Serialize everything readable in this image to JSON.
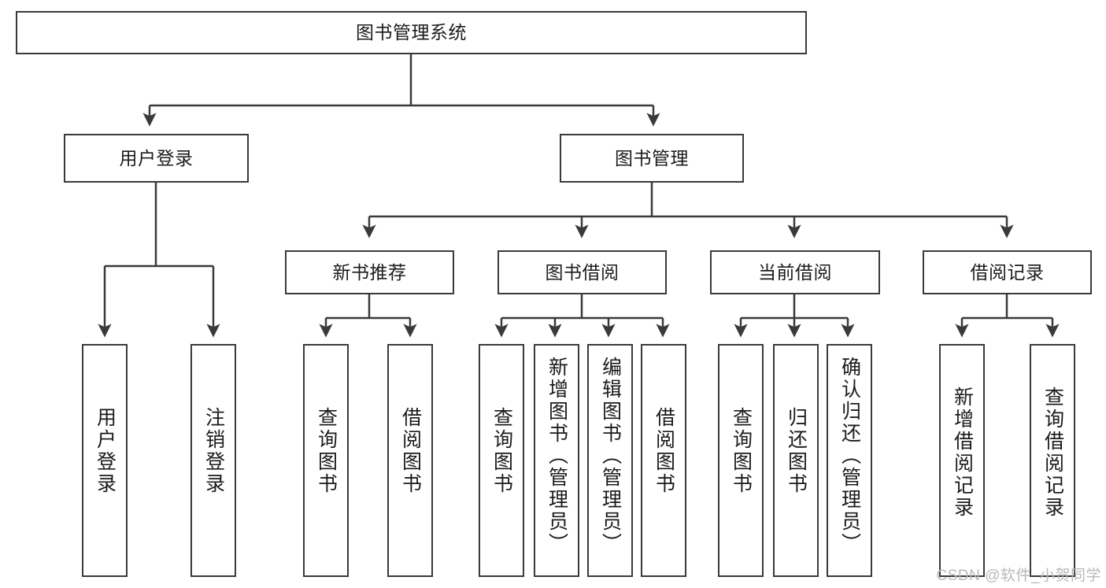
{
  "diagram": {
    "type": "tree",
    "title": "图书管理系统",
    "watermark": "CSDN @软件_小贺同学",
    "colors": {
      "stroke": "#3a3a3a",
      "fill": "#ffffff",
      "text": "#1b1b1b",
      "watermark": "#b9b9b9"
    },
    "nodes": {
      "root": {
        "label": "图书管理系统"
      },
      "level2": [
        {
          "id": "user-login",
          "label": "用户登录"
        },
        {
          "id": "book-management",
          "label": "图书管理"
        }
      ],
      "level3": [
        {
          "id": "new-book-recommend",
          "label": "新书推荐"
        },
        {
          "id": "book-borrow",
          "label": "图书借阅"
        },
        {
          "id": "current-borrow",
          "label": "当前借阅"
        },
        {
          "id": "borrow-record",
          "label": "借阅记录"
        }
      ],
      "leaves": {
        "user_login": [
          {
            "id": "leaf-user-login",
            "label": "用户登录"
          },
          {
            "id": "leaf-logout",
            "label": "注销登录"
          }
        ],
        "new_book_recommend": [
          {
            "id": "leaf-query-book-1",
            "label": "查询图书"
          },
          {
            "id": "leaf-borrow-book-1",
            "label": "借阅图书"
          }
        ],
        "book_borrow": [
          {
            "id": "leaf-query-book-2",
            "label": "查询图书"
          },
          {
            "id": "leaf-add-book",
            "label": "新增图书（管理员）"
          },
          {
            "id": "leaf-edit-book",
            "label": "编辑图书（管理员）"
          },
          {
            "id": "leaf-borrow-book-2",
            "label": "借阅图书"
          }
        ],
        "current_borrow": [
          {
            "id": "leaf-query-book-3",
            "label": "查询图书"
          },
          {
            "id": "leaf-return-book",
            "label": "归还图书"
          },
          {
            "id": "leaf-confirm-return",
            "label": "确认归还（管理员）"
          }
        ],
        "borrow_record": [
          {
            "id": "leaf-add-record",
            "label": "新增借阅记录"
          },
          {
            "id": "leaf-query-record",
            "label": "查询借阅记录"
          }
        ]
      }
    }
  }
}
